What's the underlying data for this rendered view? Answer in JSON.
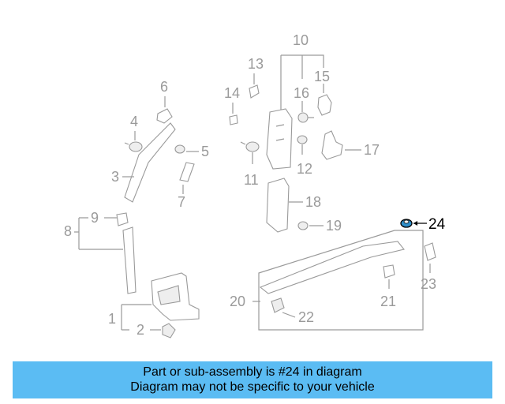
{
  "callouts": {
    "c1": "1",
    "c2": "2",
    "c3": "3",
    "c4": "4",
    "c5": "5",
    "c6": "6",
    "c7": "7",
    "c8": "8",
    "c9": "9",
    "c10": "10",
    "c11": "11",
    "c12": "12",
    "c13": "13",
    "c14": "14",
    "c15": "15",
    "c16": "16",
    "c17": "17",
    "c18": "18",
    "c19": "19",
    "c20": "20",
    "c21": "21",
    "c22": "22",
    "c23": "23",
    "c24": "24"
  },
  "highlight": {
    "part": "24",
    "color": "#2f8ec9"
  },
  "caption": {
    "line1": "Part or sub-assembly is #24 in diagram",
    "line2": "Diagram may not be specific to your vehicle",
    "background": "#5bbcf3"
  }
}
